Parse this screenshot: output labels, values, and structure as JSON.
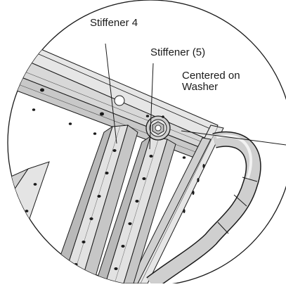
{
  "labels": {
    "stiffener_4": "Stiffener  4",
    "stiffener_5": "Stiffener (5)",
    "centered_line1": "Centered on",
    "centered_line2": "Washer"
  },
  "colors": {
    "background": "#ffffff",
    "metal_light": "#e6e6e6",
    "metal_mid": "#cfcfcf",
    "metal_dark": "#9a9a9a",
    "outline": "#1a1a1a"
  }
}
